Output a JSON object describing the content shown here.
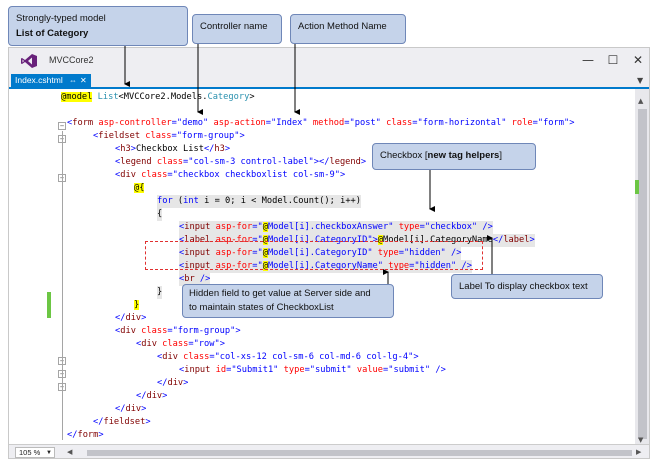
{
  "window": {
    "app_title": "MVCCore2",
    "minimize_glyph": "—",
    "maximize_glyph": "☐",
    "close_glyph": "✕"
  },
  "tab": {
    "label": "Index.cshtml",
    "pin_glyph": "⇔",
    "close_glyph": "✕"
  },
  "zoom": {
    "value": "105 %",
    "dropdown_glyph": "▼"
  },
  "annotations": {
    "model_label": "Strongly-typed model",
    "model_value": "List of Category",
    "controller": "Controller name",
    "action": "Action Method Name",
    "checkbox_prefix": "Checkbox [",
    "checkbox_bold": "new tag helpers",
    "checkbox_suffix": "]",
    "hidden_line1": "Hidden field to get value at Server side and",
    "hidden_line2": "to maintain states of CheckboxList",
    "label_note": "Label To display checkbox text"
  },
  "code": {
    "l1": {
      "razor": "@model",
      "sp": " ",
      "type": "List",
      "rest": "<MVCCore2.Models.",
      "cat": "Category",
      "end": ">"
    },
    "l2": {
      "open": "<",
      "tag": "form",
      "a1": " asp-controller",
      "eq1": "=",
      "v1": "\"demo\"",
      "a2": " asp-action",
      "eq2": "=",
      "v2": "\"Index\"",
      "a3": " method",
      "eq3": "=",
      "v3": "\"post\"",
      "a4": " class",
      "eq4": "=",
      "v4": "\"form-horizontal\"",
      "a5": " role",
      "eq5": "=",
      "v5": "\"form\"",
      "close": ">"
    },
    "l3": {
      "open": "<",
      "tag": "fieldset",
      "a1": " class",
      "eq1": "=",
      "v1": "\"form-group\"",
      "close": ">"
    },
    "l4": {
      "open": "<",
      "tag": "h3",
      "close": ">",
      "text": "Checkbox List",
      "open2": "</",
      "tag2": "h3",
      "close2": ">"
    },
    "l5": {
      "open": "<",
      "tag": "legend",
      "a1": " class",
      "eq1": "=",
      "v1": "\"col-sm-3 control-label\"",
      "mid": "></",
      "tag2": "legend",
      "close": ">"
    },
    "l6": {
      "open": "<",
      "tag": "div",
      "a1": " class",
      "eq1": "=",
      "v1": "\"checkbox checkboxlist col-sm-9\"",
      "close": ">"
    },
    "l7": {
      "razor": "@{"
    },
    "l8": {
      "kw1": "for",
      "p1": " (",
      "kw2": "int",
      "rest": " i = 0; i < Model.Count(); i++)"
    },
    "l9": {
      "text": "{"
    },
    "l10": {
      "open": "<",
      "tag": "input",
      "a1": " asp-for",
      "eq1": "=",
      "q1": "\"",
      "at": "@",
      "v1": "Model[i].checkboxAnswer\"",
      "a2": " type",
      "eq2": "=",
      "v2": "\"checkbox\"",
      "close": " />"
    },
    "l11": {
      "open": "<",
      "tag": "label",
      "a1": " asp-for",
      "eq1": "=",
      "q1": "\"",
      "at": "@",
      "v1": "Model[i].CategoryID\"",
      "gt": ">",
      "at2": "@",
      "expr": "Model[i].CategoryName",
      "open2": "</",
      "tag2": "label",
      "close": ">"
    },
    "l12": {
      "open": "<",
      "tag": "input",
      "a1": " asp-for",
      "eq1": "=",
      "q1": "\"",
      "at": "@",
      "v1": "Model[i].CategoryID\"",
      "a2": " type",
      "eq2": "=",
      "v2": "\"hidden\"",
      "close": " />"
    },
    "l13": {
      "open": "<",
      "tag": "input",
      "a1": " asp-for",
      "eq1": "=",
      "q1": "\"",
      "at": "@",
      "v1": "Model[i].CategoryName\"",
      "a2": " type",
      "eq2": "=",
      "v2": "\"hidden\"",
      "close": " />"
    },
    "l14": {
      "open": "<",
      "tag": "br",
      "close": " />"
    },
    "l15": {
      "text": "}"
    },
    "l16": {
      "razor": "}"
    },
    "l17": {
      "open": "</",
      "tag": "div",
      "close": ">"
    },
    "l18": {
      "open": "<",
      "tag": "div",
      "a1": " class",
      "eq1": "=",
      "v1": "\"form-group\"",
      "close": ">"
    },
    "l19": {
      "open": "<",
      "tag": "div",
      "a1": " class",
      "eq1": "=",
      "v1": "\"row\"",
      "close": ">"
    },
    "l20": {
      "open": "<",
      "tag": "div",
      "a1": " class",
      "eq1": "=",
      "v1": "\"col-xs-12 col-sm-6 col-md-6 col-lg-4\"",
      "close": ">"
    },
    "l21": {
      "open": "<",
      "tag": "input",
      "a1": " id",
      "eq1": "=",
      "v1": "\"Submit1\"",
      "a2": " type",
      "eq2": "=",
      "v2": "\"submit\"",
      "a3": " value",
      "eq3": "=",
      "v3": "\"submit\"",
      "close": " />"
    },
    "l22": {
      "open": "</",
      "tag": "div",
      "close": ">"
    },
    "l23": {
      "open": "</",
      "tag": "div",
      "close": ">"
    },
    "l24": {
      "open": "</",
      "tag": "div",
      "close": ">"
    },
    "l25": {
      "open": "</",
      "tag": "fieldset",
      "close": ">"
    },
    "l26": {
      "open": "</",
      "tag": "form",
      "close": ">"
    }
  },
  "colors": {
    "accent": "#007acc",
    "callout_fill": "#c5d3ea",
    "callout_border": "#6f87b8",
    "dashed_highlight": "#e03030",
    "change_marker": "#6cc644",
    "html_tag": "#800000",
    "html_attribute": "#ff0000",
    "string": "#0000ff",
    "keyword": "#0000ff",
    "type": "#2b91af",
    "razor_highlight": "#ffff00"
  },
  "icons": {
    "logo": "visual-studio-logo-icon",
    "tab_pin": "pin-icon",
    "tab_close": "close-icon",
    "fold": "collapse-box-icon",
    "scroll_up": "arrow-up-icon",
    "scroll_down": "arrow-down-icon",
    "scroll_left": "arrow-left-icon",
    "scroll_right": "arrow-right-icon"
  }
}
